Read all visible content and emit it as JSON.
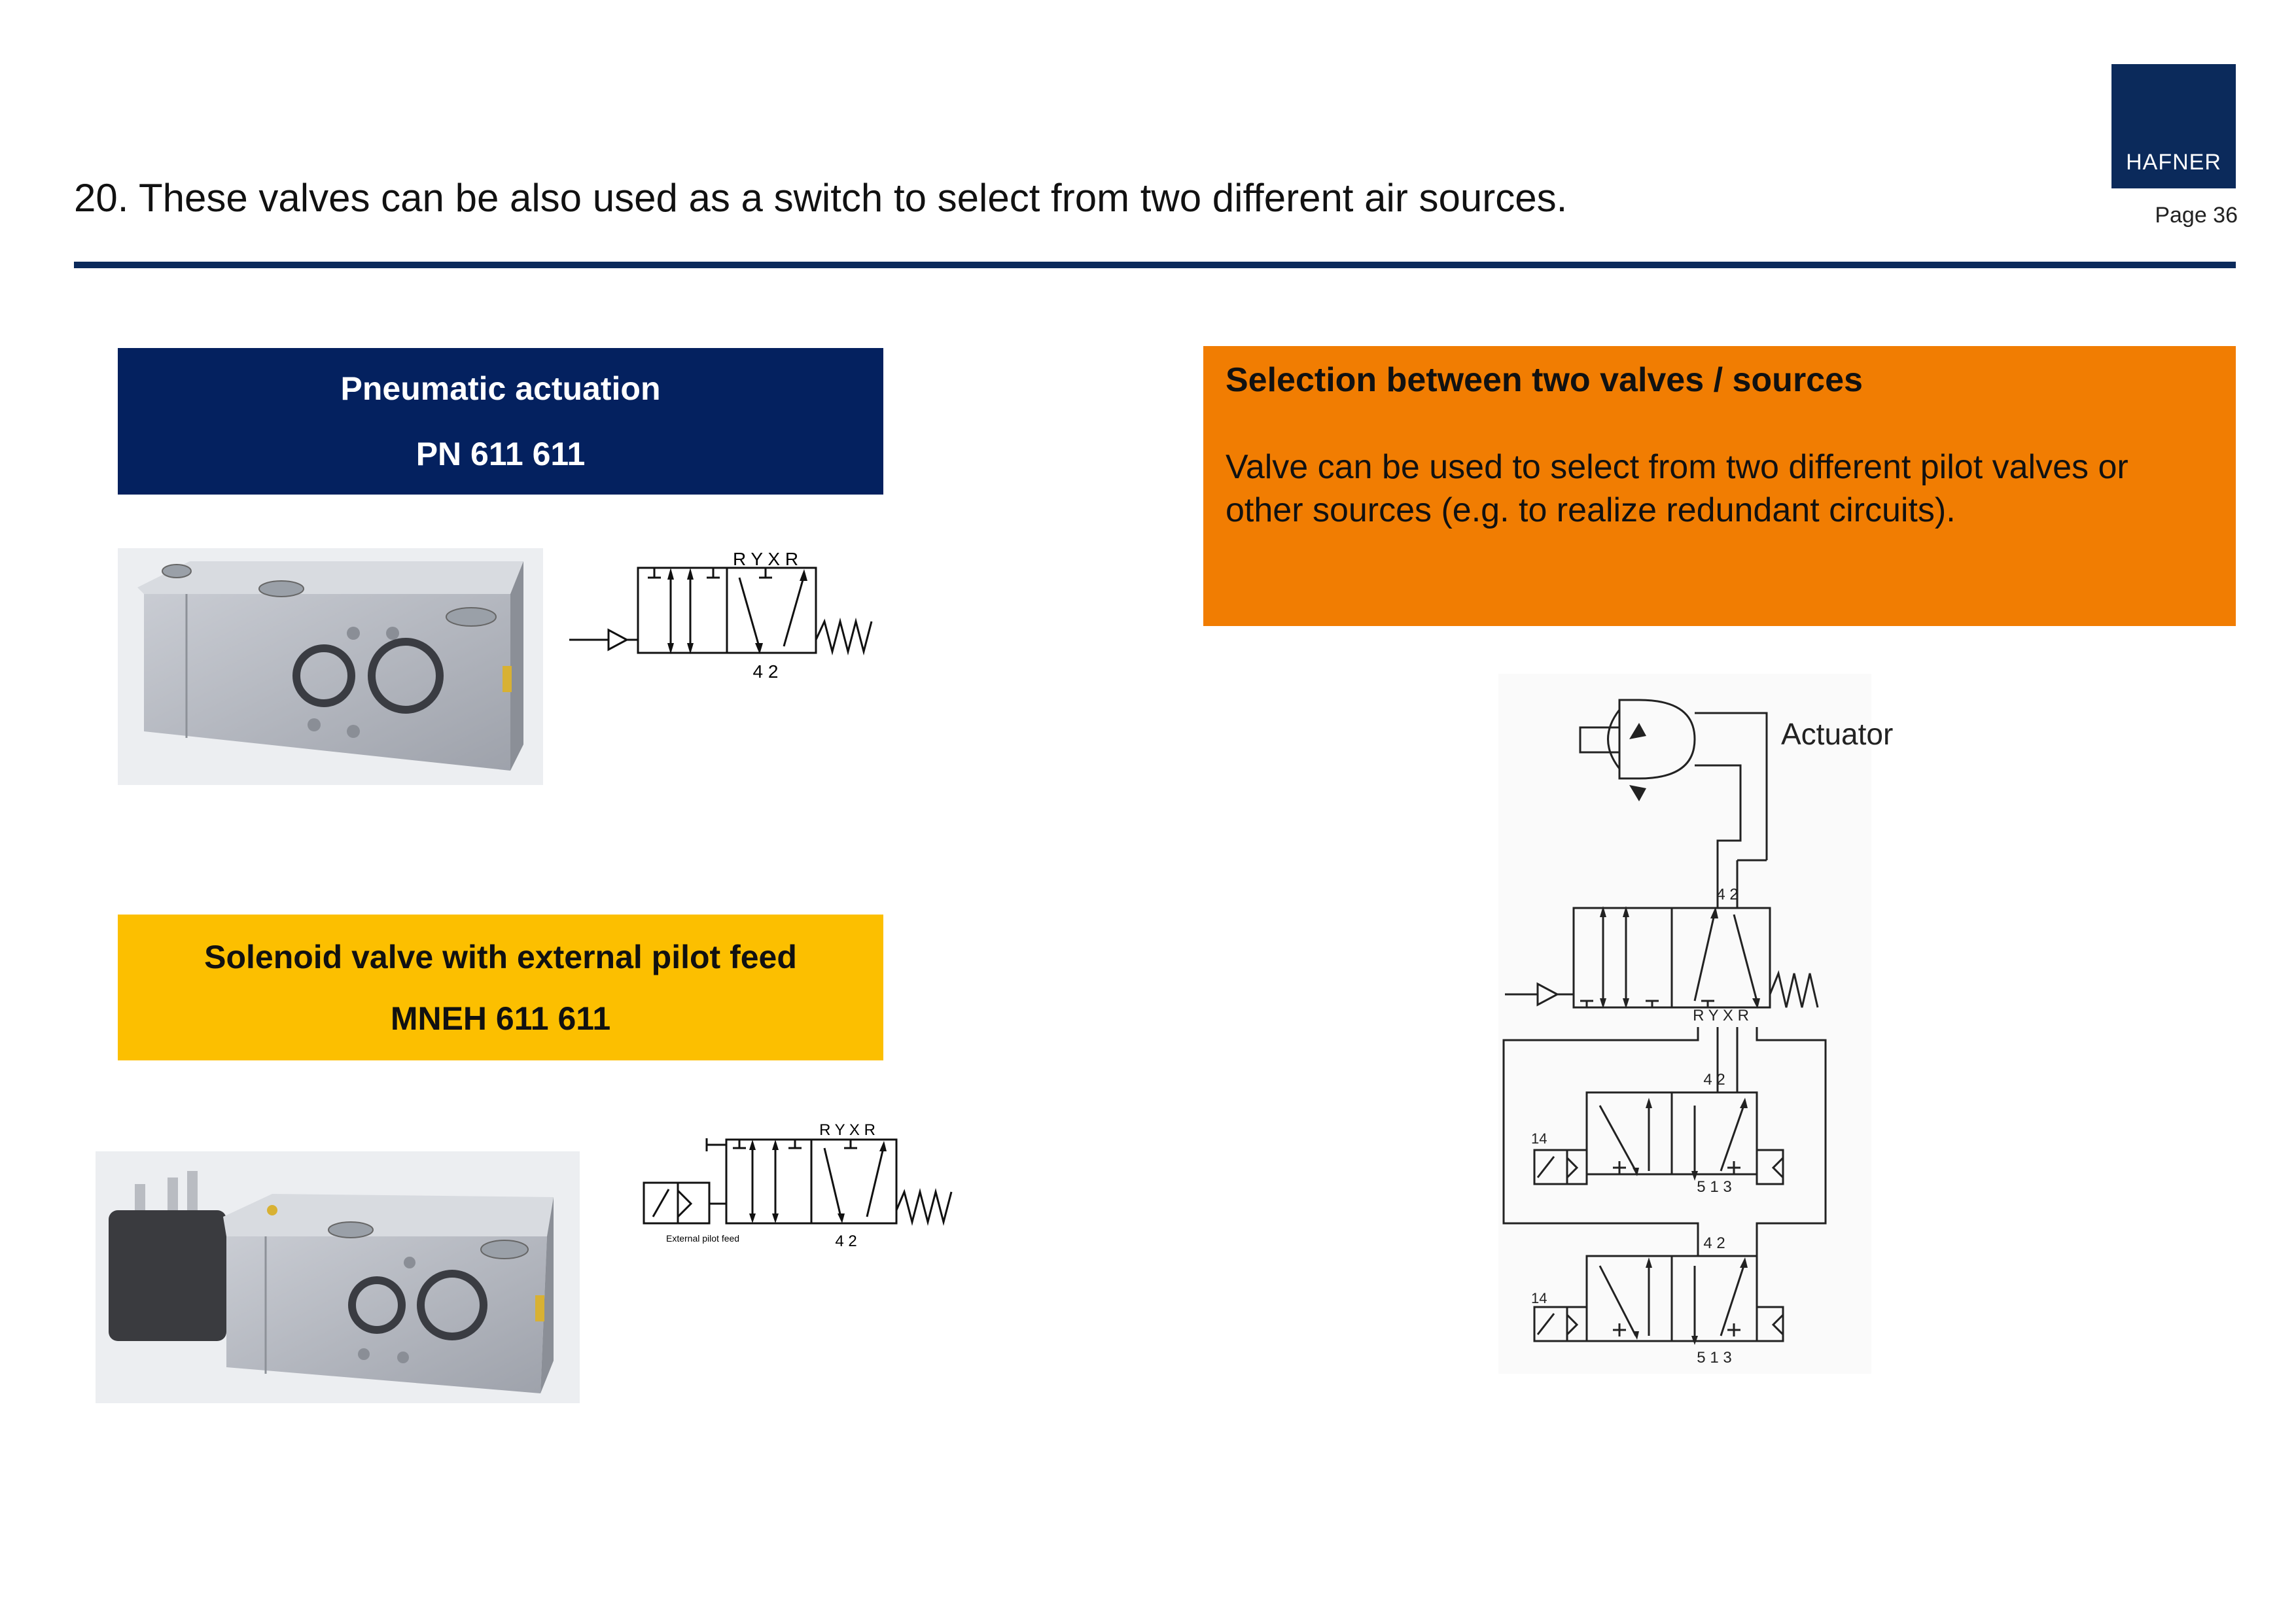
{
  "header": {
    "title": "20. These valves can be also used as a switch to select from two different air sources.",
    "logo_text": "HAFNER",
    "page_label": "Page 36"
  },
  "pneumatic": {
    "title": "Pneumatic actuation",
    "part_number": "PN 611 611",
    "port_labels_top": "R Y  X  R",
    "port_labels_bottom": "4 2"
  },
  "solenoid": {
    "title": "Solenoid valve with external pilot feed",
    "part_number": "MNEH 611 611",
    "port_labels_top": "R Y  X  R",
    "port_labels_bottom": "4  2",
    "external_pilot_label": "External pilot feed"
  },
  "selection": {
    "title": "Selection between two valves / sources",
    "description": "Valve can be used to select from two different pilot valves or other sources (e.g. to realize redundant circuits)."
  },
  "circuit": {
    "actuator_label": "Actuator",
    "main_top_ports": "4  2",
    "main_bottom_ports": "R Y X R",
    "pilot1_top_ports": "4      2",
    "pilot1_bottom_ports": "5  1  3",
    "pilot1_side_label": "14",
    "pilot2_top_ports": "4      2",
    "pilot2_bottom_ports": "5  1  3",
    "pilot2_side_label": "14"
  },
  "colors": {
    "navy": "#04215f",
    "yellow": "#fcbf00",
    "orange": "#f17d02",
    "rule": "#0b2a5b"
  }
}
